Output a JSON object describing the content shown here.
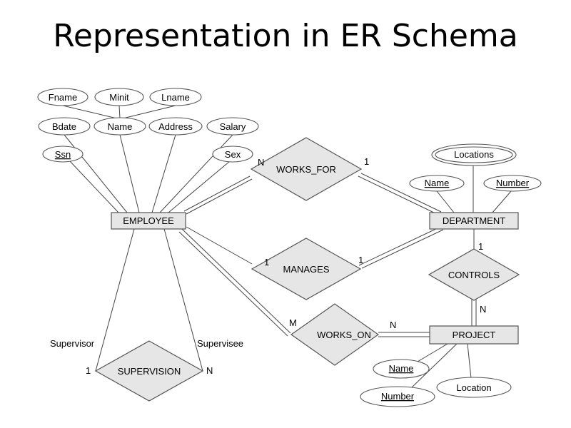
{
  "title": "Representation in ER Schema",
  "entities": {
    "employee": "EMPLOYEE",
    "department": "DEPARTMENT",
    "project": "PROJECT"
  },
  "relationships": {
    "works_for": "WORKS_FOR",
    "manages": "MANAGES",
    "controls": "CONTROLS",
    "works_on": "WORKS_ON",
    "supervision": "SUPERVISION"
  },
  "attributes": {
    "fname": "Fname",
    "minit": "Minit",
    "lname": "Lname",
    "bdate": "Bdate",
    "name": "Name",
    "address": "Address",
    "salary": "Salary",
    "ssn": "Ssn",
    "sex": "Sex",
    "locations": "Locations",
    "dept_name": "Name",
    "dept_number": "Number",
    "proj_name": "Name",
    "proj_number": "Number",
    "proj_location": "Location"
  },
  "cardinalities": {
    "works_for_employee": "N",
    "works_for_department": "1",
    "manages_employee": "1",
    "manages_department": "1",
    "controls_department": "1",
    "controls_project": "N",
    "works_on_employee": "M",
    "works_on_project": "N",
    "supervision_supervisor": "1",
    "supervision_supervisee": "N"
  },
  "roles": {
    "supervisor": "Supervisor",
    "supervisee": "Supervisee"
  }
}
